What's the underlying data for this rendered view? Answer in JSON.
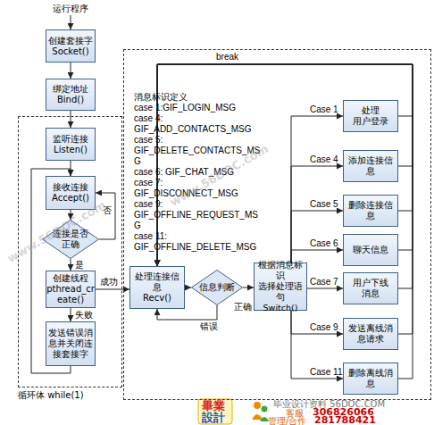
{
  "diagram": {
    "nodes": [
      {
        "text": [
          "创建套接字 Socket()"
        ]
      },
      {
        "text": [
          "绑定地址 Bind()"
        ]
      },
      {
        "text": [
          "循环体 while(1)"
        ]
      },
      {
        "text": [
          "监听连接 Listen()"
        ],
        "in": 2
      },
      {
        "text": [
          "接收连接 Accept()"
        ],
        "in": 2
      },
      {
        "text": [
          "连接是否 正确"
        ],
        "in": 2
      },
      {
        "text": [
          "创建线程 pthread_cr eate()"
        ],
        "in": 2
      },
      {
        "text": [
          "发送错误消 息并关闭连 接套接字"
        ],
        "in": 2
      },
      {
        "text": [
          "消息标识定义",
          "case 1:GIF_LOGIN_MSG",
          "case 4: GIF_ADD_CONTACTS_MSG",
          "case 5: GIF_DELETE_CONTACTS_MS G",
          "case 6: GIF_CHAT_MSG",
          "case 7: GIF_DISCONNECT_MSG",
          "case 9: GIF_OFFLINE_REQUEST_MS G",
          "case 11: GIF_OFFLINE_DELETE_MSG"
        ]
      },
      {
        "text": [
          "处理连接信 息 Recv()"
        ],
        "in": 8
      },
      {
        "text": [
          "信息判断"
        ],
        "in": 8
      },
      {
        "text": [
          "根据消息标识 选择处理语句 Switch()"
        ],
        "in": 8
      },
      {
        "text": [
          "处理 用户登录"
        ],
        "in": 8
      },
      {
        "text": [
          "添加连接信 息"
        ],
        "in": 8
      },
      {
        "text": [
          "删除连接信 息"
        ],
        "in": 8
      },
      {
        "text": [
          "聊天信息"
        ],
        "in": 8
      },
      {
        "text": [
          "用户下线 消息"
        ],
        "in": 8
      },
      {
        "text": [
          "发送离线消 息请求"
        ],
        "in": 8
      },
      {
        "text": [
          "删除离线消 息"
        ],
        "in": 8
      }
    ],
    "edges": [
      {
        "from": 0,
        "to": 1,
        "arrow": "to"
      },
      {
        "from": 1,
        "to": 3,
        "arrow": "to"
      },
      {
        "from": 3,
        "to": 4,
        "arrow": "to"
      },
      {
        "from": 4,
        "to": 5,
        "arrow": "to"
      },
      {
        "from": 5,
        "to": 6,
        "label": "是",
        "arrow": "to"
      },
      {
        "from": 5,
        "to": 4,
        "label": "否",
        "arrow": "to"
      },
      {
        "from": 6,
        "to": 7,
        "label": "失败",
        "arrow": "to"
      },
      {
        "from": 7,
        "to": 4,
        "arrow": "to"
      },
      {
        "from": 6,
        "to": 9,
        "label": "成功",
        "arrow": "to"
      },
      {
        "from": 9,
        "to": 10,
        "arrow": "to"
      },
      {
        "from": 10,
        "to": 11,
        "label": "正确",
        "arrow": "to"
      },
      {
        "from": 10,
        "to": 9,
        "label": "错误",
        "arrow": "to"
      },
      {
        "from": 11,
        "to": 12,
        "label": "Case 1",
        "arrow": "to"
      },
      {
        "from": 11,
        "to": 13,
        "label": "Case 4",
        "arrow": "to"
      },
      {
        "from": 11,
        "to": 14,
        "label": "Case 5",
        "arrow": "to"
      },
      {
        "from": 11,
        "to": 15,
        "label": "Case 6",
        "arrow": "to"
      },
      {
        "from": 11,
        "to": 16,
        "label": "Case 7",
        "arrow": "to"
      },
      {
        "from": 11,
        "to": 17,
        "label": "Case 9",
        "arrow": "to"
      },
      {
        "from": 11,
        "to": 18,
        "label": "Case 11",
        "arrow": "to"
      },
      {
        "from": 12,
        "to": 9,
        "arrow": "to"
      },
      {
        "from": 13,
        "to": 9,
        "arrow": "to"
      },
      {
        "from": 14,
        "to": 9,
        "arrow": "to"
      },
      {
        "from": 15,
        "to": 9,
        "arrow": "to"
      },
      {
        "from": 16,
        "to": 9,
        "arrow": "to"
      },
      {
        "from": 17,
        "to": 9,
        "arrow": "to"
      },
      {
        "from": 18,
        "to": 9,
        "arrow": "to"
      }
    ],
    "labels": [
      "运行程序",
      "break",
      "www.56DOC.com",
      "www.56DOC.com",
      "畢業",
      "設計",
      "毕业设计资料 56DOC.COM",
      "客服",
      "306826066",
      "管理/合作",
      "281788421"
    ]
  }
}
